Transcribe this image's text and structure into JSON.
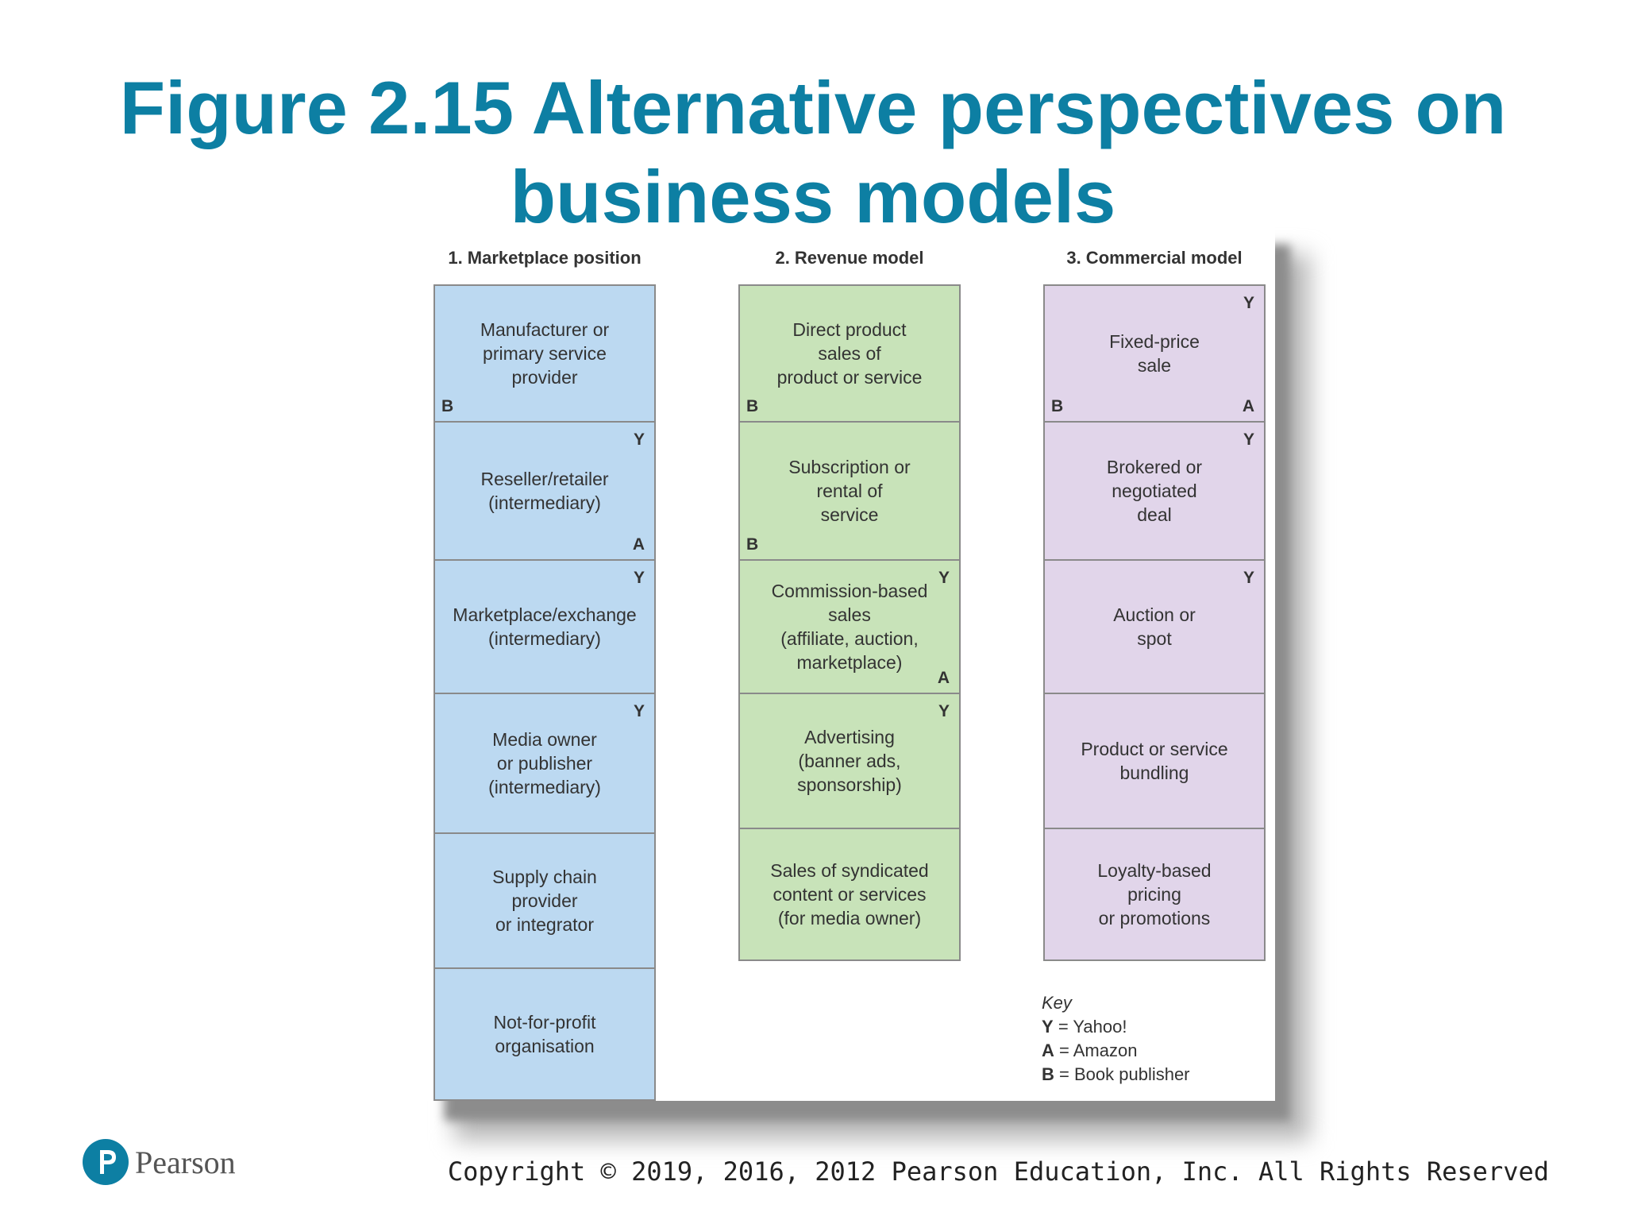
{
  "title": "Figure 2.15 Alternative perspectives on business models",
  "title_line1": "Figure 2.15 Alternative perspectives on",
  "title_line2": "business models",
  "figure": {
    "columns": [
      {
        "header": "1. Marketplace position",
        "color": "#bcd9f1",
        "cells": [
          {
            "text": "Manufacturer or\nprimary service\nprovider",
            "markers": {
              "bl": "B"
            }
          },
          {
            "text": "Reseller/retailer\n(intermediary)",
            "markers": {
              "tr": "Y",
              "br": "A"
            }
          },
          {
            "text": "Marketplace/exchange\n(intermediary)",
            "markers": {
              "tr": "Y"
            }
          },
          {
            "text": "Media owner\nor publisher\n(intermediary)",
            "markers": {
              "tr": "Y"
            }
          },
          {
            "text": "Supply chain\nprovider\nor integrator",
            "markers": {}
          },
          {
            "text": "Not-for-profit\norganisation",
            "markers": {}
          }
        ]
      },
      {
        "header": "2. Revenue model",
        "color": "#c8e3b9",
        "cells": [
          {
            "text": "Direct product\nsales of\nproduct or service",
            "markers": {
              "bl": "B"
            }
          },
          {
            "text": "Subscription or\nrental of\nservice",
            "markers": {
              "bl": "B"
            }
          },
          {
            "text": "Commission-based\nsales\n(affiliate, auction,\nmarketplace)",
            "markers": {
              "tr": "Y",
              "br": "A"
            }
          },
          {
            "text": "Advertising\n(banner ads,\nsponsorship)",
            "markers": {
              "tr": "Y"
            }
          },
          {
            "text": "Sales of syndicated\ncontent or services\n(for media owner)",
            "markers": {}
          }
        ]
      },
      {
        "header": "3. Commercial model",
        "color": "#e1d5ea",
        "cells": [
          {
            "text": "Fixed-price\nsale",
            "markers": {
              "tr": "Y",
              "bl": "B",
              "br": "A"
            }
          },
          {
            "text": "Brokered or\nnegotiated\ndeal",
            "markers": {
              "tr": "Y"
            }
          },
          {
            "text": "Auction or\nspot",
            "markers": {
              "tr": "Y"
            }
          },
          {
            "text": "Product or service\nbundling",
            "markers": {}
          },
          {
            "text": "Loyalty-based\npricing\nor promotions",
            "markers": {}
          }
        ]
      }
    ],
    "key": {
      "title": "Key",
      "entries": [
        {
          "letter": "Y",
          "label": "= Yahoo!"
        },
        {
          "letter": "A",
          "label": "= Amazon"
        },
        {
          "letter": "B",
          "label": "= Book publisher"
        }
      ]
    }
  },
  "footer": {
    "logo_text": "Pearson",
    "copyright": "Copyright © 2019, 2016, 2012 Pearson Education, Inc. All Rights Reserved"
  }
}
